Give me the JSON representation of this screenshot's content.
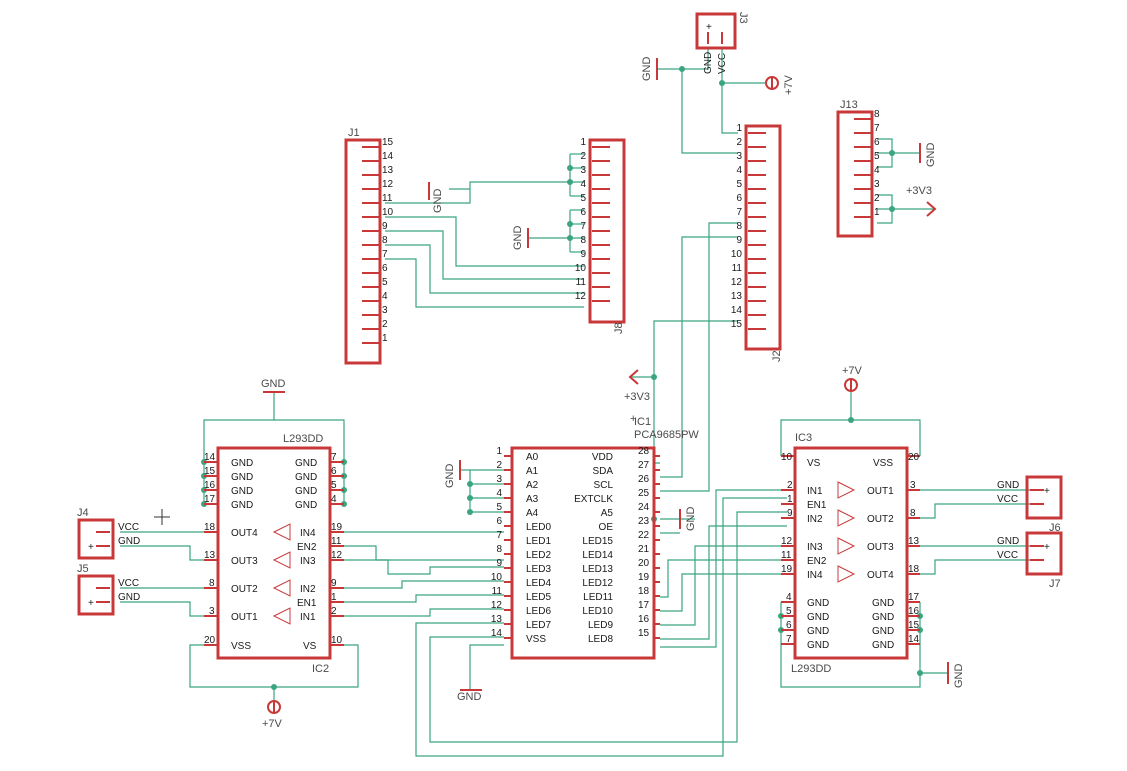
{
  "connectors": {
    "j1": {
      "name": "J1",
      "pins": [
        "15",
        "14",
        "13",
        "12",
        "11",
        "10",
        "9",
        "8",
        "7",
        "6",
        "5",
        "4",
        "3",
        "2",
        "1"
      ]
    },
    "j8": {
      "name": "J8",
      "pins": [
        "1",
        "2",
        "3",
        "4",
        "5",
        "6",
        "7",
        "8",
        "9",
        "10",
        "11",
        "12"
      ]
    },
    "j2": {
      "name": "J2",
      "pins": [
        "1",
        "2",
        "3",
        "4",
        "5",
        "6",
        "7",
        "8",
        "9",
        "10",
        "11",
        "12",
        "13",
        "14",
        "15"
      ]
    },
    "j13": {
      "name": "J13",
      "pins": [
        "8",
        "7",
        "6",
        "5",
        "4",
        "3",
        "2",
        "1"
      ]
    },
    "j3": {
      "name": "J3",
      "pin_gnd": "GND",
      "pin_vcc": "VCC",
      "marker": "+"
    },
    "j4": {
      "name": "J4",
      "l1": "VCC",
      "l2": "GND",
      "marker": "+"
    },
    "j5": {
      "name": "J5",
      "l1": "VCC",
      "l2": "GND",
      "marker": "+"
    },
    "j6": {
      "name": "J6",
      "l1": "GND",
      "l2": "VCC",
      "marker": "+"
    },
    "j7": {
      "name": "J7",
      "l1": "GND",
      "l2": "VCC",
      "marker": "+"
    }
  },
  "ic1": {
    "name": "IC1",
    "value": "PCA9685PW",
    "left": [
      {
        "n": "1",
        "l": "A0"
      },
      {
        "n": "2",
        "l": "A1"
      },
      {
        "n": "3",
        "l": "A2"
      },
      {
        "n": "4",
        "l": "A3"
      },
      {
        "n": "5",
        "l": "A4"
      },
      {
        "n": "6",
        "l": "LED0"
      },
      {
        "n": "7",
        "l": "LED1"
      },
      {
        "n": "8",
        "l": "LED2"
      },
      {
        "n": "9",
        "l": "LED3"
      },
      {
        "n": "10",
        "l": "LED4"
      },
      {
        "n": "11",
        "l": "LED5"
      },
      {
        "n": "12",
        "l": "LED6"
      },
      {
        "n": "13",
        "l": "LED7"
      },
      {
        "n": "14",
        "l": "VSS"
      }
    ],
    "right": [
      {
        "n": "28",
        "l": "VDD"
      },
      {
        "n": "27",
        "l": "SDA"
      },
      {
        "n": "26",
        "l": "SCL"
      },
      {
        "n": "25",
        "l": "EXTCLK"
      },
      {
        "n": "24",
        "l": "A5"
      },
      {
        "n": "23",
        "l": "OE"
      },
      {
        "n": "22",
        "l": "LED15"
      },
      {
        "n": "21",
        "l": "LED14"
      },
      {
        "n": "20",
        "l": "LED13"
      },
      {
        "n": "19",
        "l": "LED12"
      },
      {
        "n": "18",
        "l": "LED11"
      },
      {
        "n": "17",
        "l": "LED10"
      },
      {
        "n": "16",
        "l": "LED9"
      },
      {
        "n": "15",
        "l": "LED8"
      }
    ]
  },
  "ic2": {
    "name": "IC2",
    "value": "L293DD",
    "gnd_rows": [
      {
        "ln": "14",
        "ll": "GND",
        "rl": "GND",
        "rn": "7"
      },
      {
        "ln": "15",
        "ll": "GND",
        "rl": "GND",
        "rn": "6"
      },
      {
        "ln": "16",
        "ll": "GND",
        "rl": "GND",
        "rn": "5"
      },
      {
        "ln": "17",
        "ll": "GND",
        "rl": "GND",
        "rn": "4"
      }
    ],
    "out4": "OUT4",
    "out3": "OUT3",
    "out2": "OUT2",
    "out1": "OUT1",
    "n18": "18",
    "n13": "13",
    "n8": "8",
    "n3": "3",
    "in4": "IN4",
    "en2": "EN2",
    "in3": "IN3",
    "in2": "IN2",
    "en1": "EN1",
    "in1": "IN1",
    "n19": "19",
    "n11": "11",
    "n12": "12",
    "n9": "9",
    "n1": "1",
    "n2": "2",
    "vss": "VSS",
    "vs": "VS",
    "n20": "20",
    "n10": "10"
  },
  "ic3": {
    "name": "IC3",
    "value": "L293DD",
    "vs": "VS",
    "vss": "VSS",
    "n10": "10",
    "n20": "20",
    "in1": "IN1",
    "en1": "EN1",
    "in2": "IN2",
    "in3": "IN3",
    "en2": "EN2",
    "in4": "IN4",
    "n2": "2",
    "n1": "1",
    "n9": "9",
    "n12": "12",
    "n11": "11",
    "n19": "19",
    "out1": "OUT1",
    "out2": "OUT2",
    "out3": "OUT3",
    "out4": "OUT4",
    "n3": "3",
    "n8": "8",
    "n13": "13",
    "n18": "18",
    "gnd_rows": [
      {
        "ln": "4",
        "ll": "GND",
        "rl": "GND",
        "rn": "17"
      },
      {
        "ln": "5",
        "ll": "GND",
        "rl": "GND",
        "rn": "16"
      },
      {
        "ln": "6",
        "ll": "GND",
        "rl": "GND",
        "rn": "15"
      },
      {
        "ln": "7",
        "ll": "GND",
        "rl": "GND",
        "rn": "14"
      }
    ]
  },
  "power": {
    "gnd": "GND",
    "p7v": "+7V",
    "p3v3": "+3V3",
    "plus": "+"
  }
}
